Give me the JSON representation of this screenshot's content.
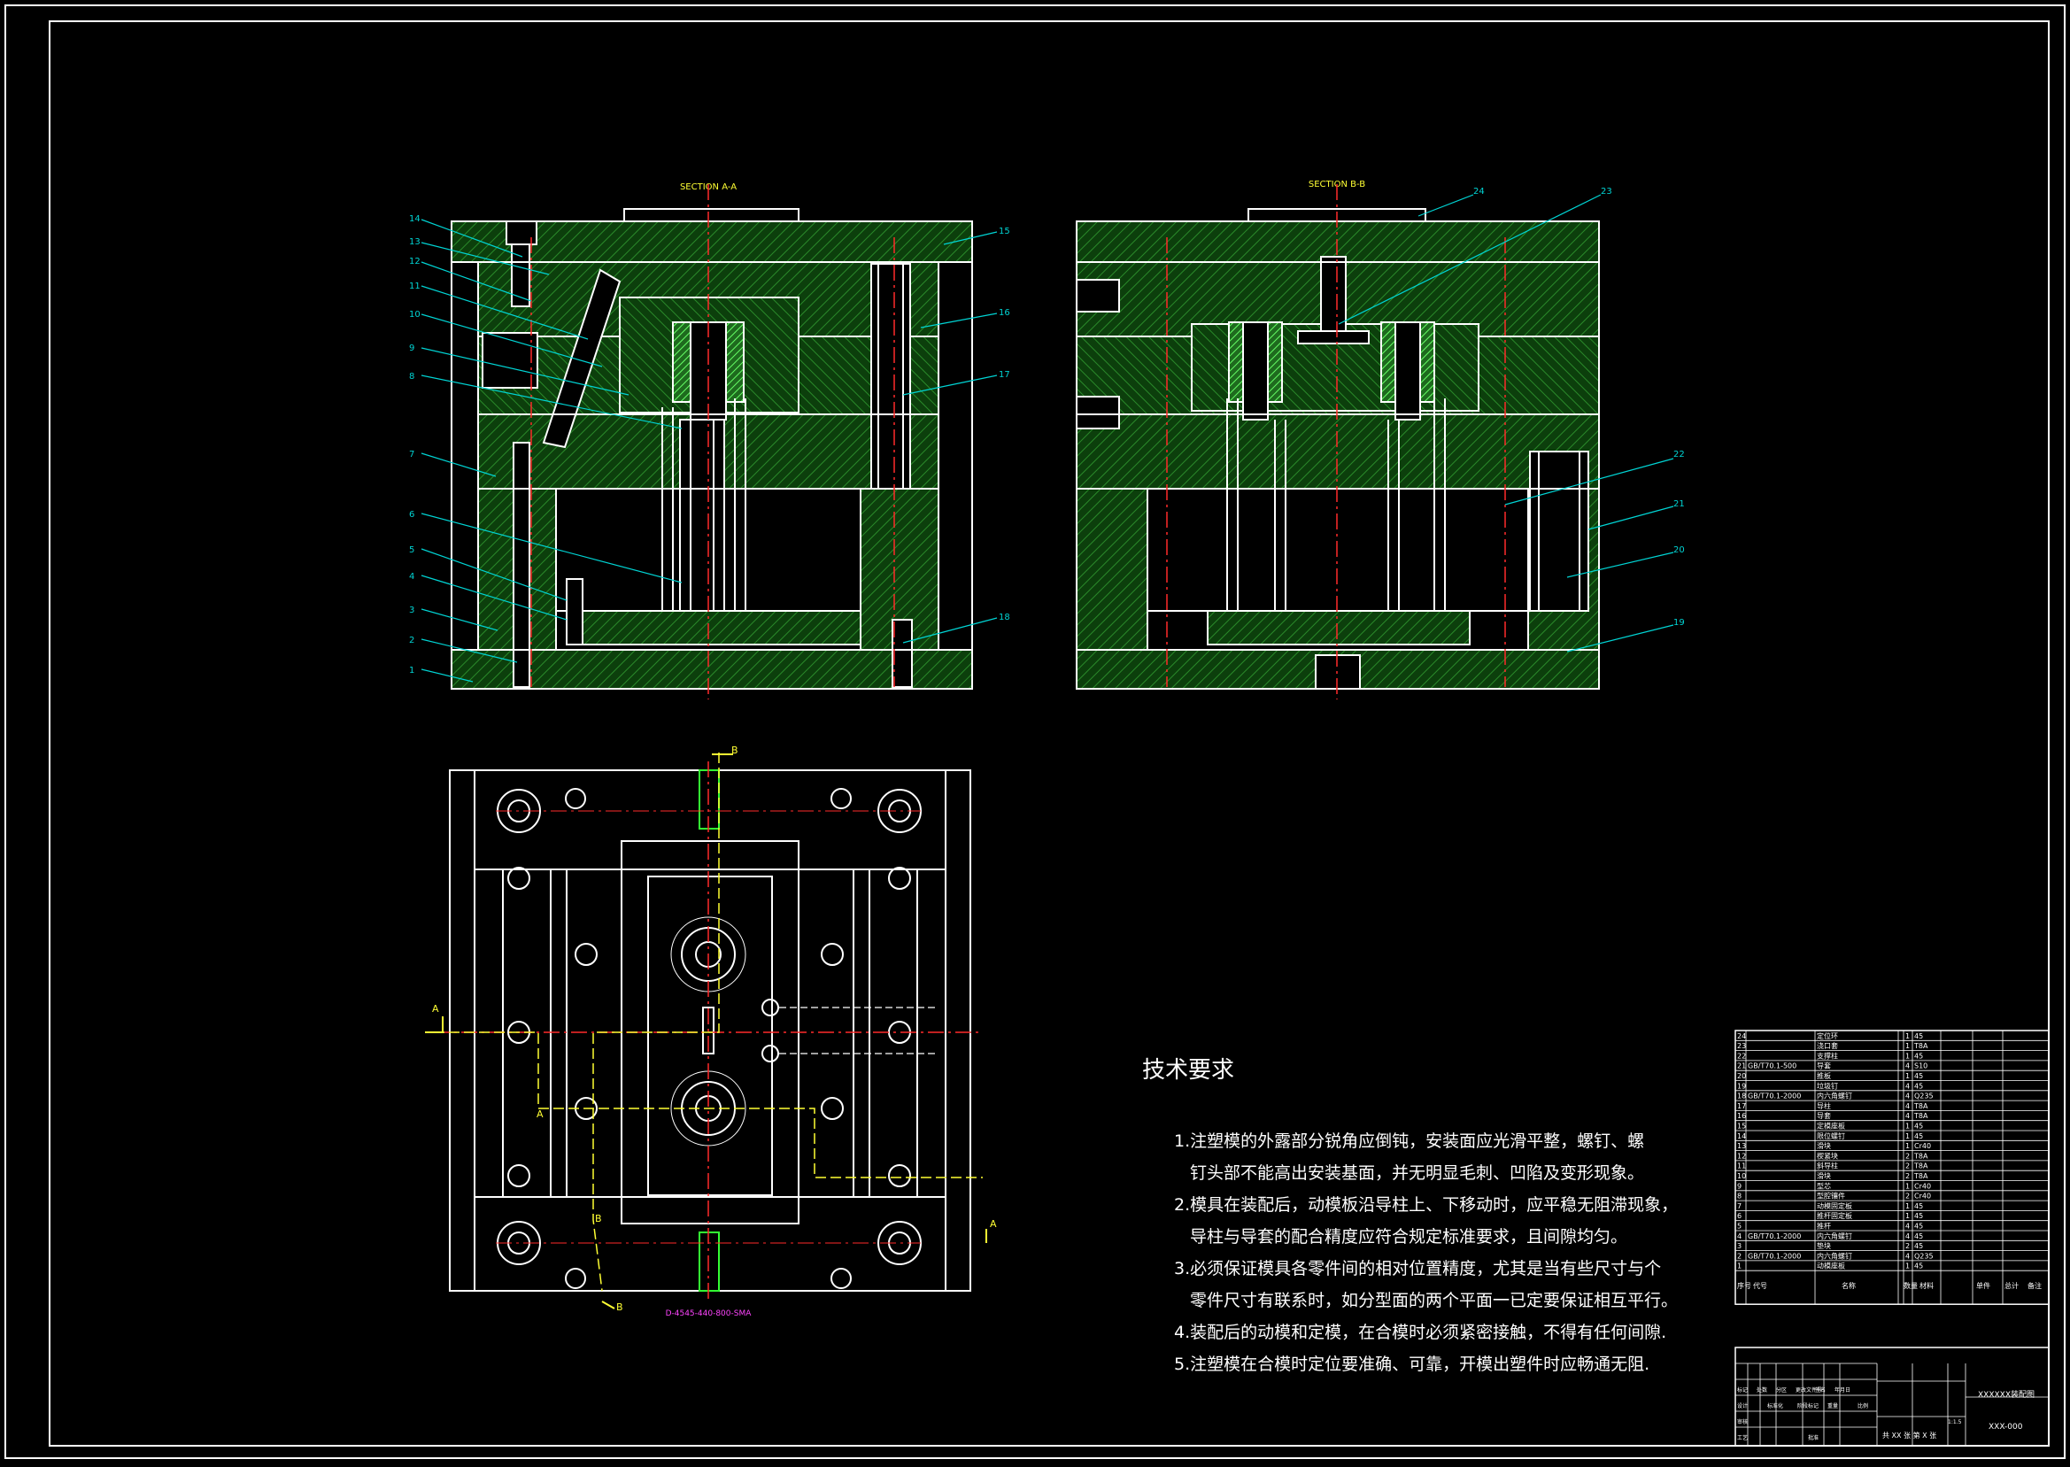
{
  "colors": {
    "bg": "#000000",
    "line": "#ffffff",
    "hatch": "#1f7a1f",
    "label": "#00d4d4",
    "center": "#ff2a2a",
    "yellow": "#ffff33",
    "magenta": "#ff44ff",
    "green": "#33ff33"
  },
  "section_aa": "SECTION A-A",
  "section_bb": "SECTION B-B",
  "left_labels": [
    "14",
    "13",
    "12",
    "11",
    "10",
    "9",
    "8",
    "7",
    "6",
    "5",
    "4",
    "3",
    "2",
    "1"
  ],
  "right_labels_a": [
    "15",
    "16",
    "17",
    "18"
  ],
  "right_labels_b": [
    "24",
    "23",
    "22",
    "21",
    "20",
    "19"
  ],
  "plan_marks": {
    "a": "A",
    "b": "B"
  },
  "plan_code": "D-4545-440-800-SMA",
  "tech": {
    "title": "技术要求",
    "items": [
      "1.注塑模的外露部分锐角应倒钝，安装面应光滑平整，螺钉、螺",
      "钉头部不能高出安装基面，并无明显毛刺、凹陷及变形现象。",
      "2.模具在装配后，动模板沿导柱上、下移动时，应平稳无阻滞现象，",
      "导柱与导套的配合精度应符合规定标准要求，且间隙均匀。",
      "3.必须保证模具各零件间的相对位置精度，尤其是当有些尺寸与个",
      "零件尺寸有联系时，如分型面的两个平面一已定要保证相互平行。",
      "4.装配后的动模和定模，在合模时必须紧密接触，不得有任何间隙.",
      "5.注塑模在合模时定位要准确、可靠，开模出塑件时应畅通无阻."
    ]
  },
  "bom": [
    {
      "no": "24",
      "code": "",
      "name": "定位环",
      "qty": "1",
      "mat": "45",
      "note": ""
    },
    {
      "no": "23",
      "code": "",
      "name": "浇口套",
      "qty": "1",
      "mat": "T8A",
      "note": ""
    },
    {
      "no": "22",
      "code": "",
      "name": "支撑柱",
      "qty": "1",
      "mat": "45",
      "note": ""
    },
    {
      "no": "21",
      "code": "GB/T70.1-500",
      "name": "导套",
      "qty": "4",
      "mat": "S10",
      "note": ""
    },
    {
      "no": "20",
      "code": "",
      "name": "推板",
      "qty": "1",
      "mat": "45",
      "note": ""
    },
    {
      "no": "19",
      "code": "",
      "name": "垃圾钉",
      "qty": "4",
      "mat": "45",
      "note": ""
    },
    {
      "no": "18",
      "code": "GB/T70.1-2000",
      "name": "内六角螺钉",
      "qty": "4",
      "mat": "Q235",
      "note": ""
    },
    {
      "no": "17",
      "code": "",
      "name": "导柱",
      "qty": "4",
      "mat": "T8A",
      "note": ""
    },
    {
      "no": "16",
      "code": "",
      "name": "导套",
      "qty": "4",
      "mat": "T8A",
      "note": ""
    },
    {
      "no": "15",
      "code": "",
      "name": "定模座板",
      "qty": "1",
      "mat": "45",
      "note": ""
    },
    {
      "no": "14",
      "code": "",
      "name": "限位螺钉",
      "qty": "1",
      "mat": "45",
      "note": ""
    },
    {
      "no": "13",
      "code": "",
      "name": "滑块",
      "qty": "1",
      "mat": "Cr40",
      "note": ""
    },
    {
      "no": "12",
      "code": "",
      "name": "楔紧块",
      "qty": "2",
      "mat": "T8A",
      "note": ""
    },
    {
      "no": "11",
      "code": "",
      "name": "斜导柱",
      "qty": "2",
      "mat": "T8A",
      "note": ""
    },
    {
      "no": "10",
      "code": "",
      "name": "滑块",
      "qty": "2",
      "mat": "T8A",
      "note": ""
    },
    {
      "no": "9",
      "code": "",
      "name": "型芯",
      "qty": "1",
      "mat": "Cr40",
      "note": ""
    },
    {
      "no": "8",
      "code": "",
      "name": "型腔镶件",
      "qty": "2",
      "mat": "Cr40",
      "note": ""
    },
    {
      "no": "7",
      "code": "",
      "name": "动模固定板",
      "qty": "1",
      "mat": "45",
      "note": ""
    },
    {
      "no": "6",
      "code": "",
      "name": "推杆固定板",
      "qty": "1",
      "mat": "45",
      "note": ""
    },
    {
      "no": "5",
      "code": "",
      "name": "推杆",
      "qty": "4",
      "mat": "45",
      "note": ""
    },
    {
      "no": "4",
      "code": "GB/T70.1-2000",
      "name": "内六角螺钉",
      "qty": "4",
      "mat": "45",
      "note": ""
    },
    {
      "no": "3",
      "code": "",
      "name": "垫块",
      "qty": "2",
      "mat": "45",
      "note": ""
    },
    {
      "no": "2",
      "code": "GB/T70.1-2000",
      "name": "内六角螺钉",
      "qty": "4",
      "mat": "Q235",
      "note": ""
    },
    {
      "no": "1",
      "code": "",
      "name": "动模座板",
      "qty": "1",
      "mat": "45",
      "note": ""
    }
  ],
  "bom_header": {
    "no": "序号",
    "code": "代号",
    "name": "名称",
    "qty": "数量",
    "mat": "材料",
    "w1": "单件",
    "w2": "总计",
    "note": "备注"
  },
  "title_block": {
    "drawing_name": "XXXXXX装配图",
    "drawing_no": "XXX-000",
    "sheet": "共 XX 张  第 X 张",
    "scale": "1:1.5",
    "r1": [
      "标记",
      "处数",
      "分区",
      "更改文件号",
      "签名",
      "年月日"
    ],
    "r2": [
      "设计",
      "标准化",
      "阶段标记",
      "重量",
      "比例"
    ],
    "r3": [
      "审核"
    ],
    "r4": [
      "工艺",
      "批准"
    ]
  }
}
